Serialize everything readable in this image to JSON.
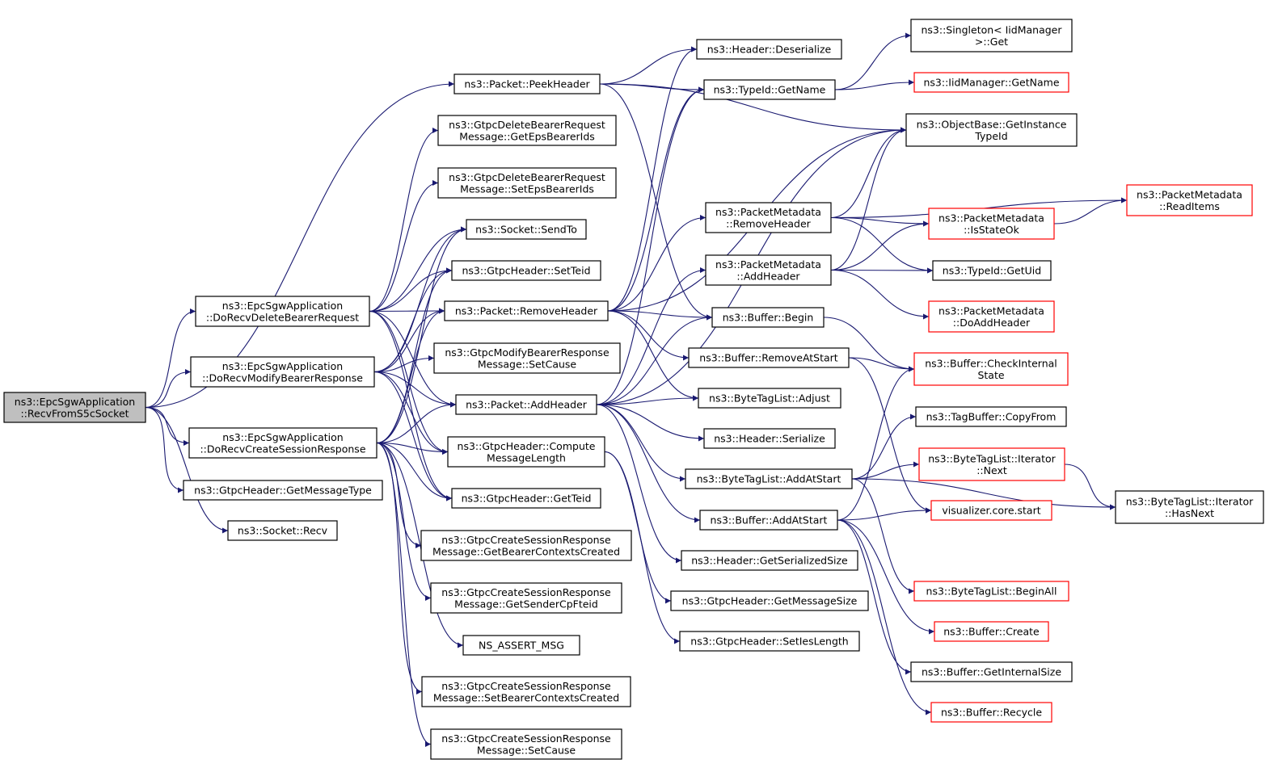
{
  "colors": {
    "edge": "#191970",
    "border": "#000000",
    "missing_border": "#ff0000",
    "root_fill": "#bfbfbf",
    "node_fill": "#ffffff"
  },
  "nodes": [
    {
      "id": "root",
      "lines": [
        "ns3::EpcSgwApplication",
        "::RecvFromS5cSocket"
      ],
      "style": "root"
    },
    {
      "id": "dodelete",
      "lines": [
        "ns3::EpcSgwApplication",
        "::DoRecvDeleteBearerRequest"
      ]
    },
    {
      "id": "domodify",
      "lines": [
        "ns3::EpcSgwApplication",
        "::DoRecvModifyBearerResponse"
      ]
    },
    {
      "id": "docreate",
      "lines": [
        "ns3::EpcSgwApplication",
        "::DoRecvCreateSessionResponse"
      ]
    },
    {
      "id": "getmsgtype",
      "lines": [
        "ns3::GtpcHeader::GetMessageType"
      ]
    },
    {
      "id": "sockrecv",
      "lines": [
        "ns3::Socket::Recv"
      ]
    },
    {
      "id": "peekheader",
      "lines": [
        "ns3::Packet::PeekHeader"
      ]
    },
    {
      "id": "delgetids",
      "lines": [
        "ns3::GtpcDeleteBearerRequest",
        "Message::GetEpsBearerIds"
      ]
    },
    {
      "id": "delsetids",
      "lines": [
        "ns3::GtpcDeleteBearerRequest",
        "Message::SetEpsBearerIds"
      ]
    },
    {
      "id": "sendto",
      "lines": [
        "ns3::Socket::SendTo"
      ]
    },
    {
      "id": "setteid",
      "lines": [
        "ns3::GtpcHeader::SetTeid"
      ]
    },
    {
      "id": "removeheader",
      "lines": [
        "ns3::Packet::RemoveHeader"
      ]
    },
    {
      "id": "modsetcause",
      "lines": [
        "ns3::GtpcModifyBearerResponse",
        "Message::SetCause"
      ]
    },
    {
      "id": "addheader",
      "lines": [
        "ns3::Packet::AddHeader"
      ]
    },
    {
      "id": "computelen",
      "lines": [
        "ns3::GtpcHeader::Compute",
        "MessageLength"
      ]
    },
    {
      "id": "getteid",
      "lines": [
        "ns3::GtpcHeader::GetTeid"
      ]
    },
    {
      "id": "crgetbcc",
      "lines": [
        "ns3::GtpcCreateSessionResponse",
        "Message::GetBearerContextsCreated"
      ]
    },
    {
      "id": "crgetsender",
      "lines": [
        "ns3::GtpcCreateSessionResponse",
        "Message::GetSenderCpFteid"
      ]
    },
    {
      "id": "nsassert",
      "lines": [
        "NS_ASSERT_MSG"
      ]
    },
    {
      "id": "crsetbcc",
      "lines": [
        "ns3::GtpcCreateSessionResponse",
        "Message::SetBearerContextsCreated"
      ]
    },
    {
      "id": "crsetcause",
      "lines": [
        "ns3::GtpcCreateSessionResponse",
        "Message::SetCause"
      ]
    },
    {
      "id": "hdrdeser",
      "lines": [
        "ns3::Header::Deserialize"
      ]
    },
    {
      "id": "typeidgetname",
      "lines": [
        "ns3::TypeId::GetName"
      ]
    },
    {
      "id": "pmremove",
      "lines": [
        "ns3::PacketMetadata",
        "::RemoveHeader"
      ]
    },
    {
      "id": "pmadd",
      "lines": [
        "ns3::PacketMetadata",
        "::AddHeader"
      ]
    },
    {
      "id": "bufbegin",
      "lines": [
        "ns3::Buffer::Begin"
      ]
    },
    {
      "id": "bufremoveatstart",
      "lines": [
        "ns3::Buffer::RemoveAtStart"
      ]
    },
    {
      "id": "btladjust",
      "lines": [
        "ns3::ByteTagList::Adjust"
      ]
    },
    {
      "id": "hdrserialize",
      "lines": [
        "ns3::Header::Serialize"
      ]
    },
    {
      "id": "btladdatstart",
      "lines": [
        "ns3::ByteTagList::AddAtStart"
      ]
    },
    {
      "id": "bufaddatstart",
      "lines": [
        "ns3::Buffer::AddAtStart"
      ]
    },
    {
      "id": "hdrgetsersize",
      "lines": [
        "ns3::Header::GetSerializedSize"
      ]
    },
    {
      "id": "gtpcgetmsgsize",
      "lines": [
        "ns3::GtpcHeader::GetMessageSize"
      ]
    },
    {
      "id": "gtpcsetieslen",
      "lines": [
        "ns3::GtpcHeader::SetIesLength"
      ]
    },
    {
      "id": "singletonget",
      "lines": [
        "ns3::Singleton< IidManager",
        " >::Get"
      ]
    },
    {
      "id": "iidgetname",
      "lines": [
        "ns3::IidManager::GetName"
      ],
      "style": "missing"
    },
    {
      "id": "objbasegetinst",
      "lines": [
        "ns3::ObjectBase::GetInstance",
        "TypeId"
      ]
    },
    {
      "id": "pmreaditems",
      "lines": [
        "ns3::PacketMetadata",
        "::ReadItems"
      ],
      "style": "missing"
    },
    {
      "id": "pmisstateok",
      "lines": [
        "ns3::PacketMetadata",
        "::IsStateOk"
      ],
      "style": "missing"
    },
    {
      "id": "typeidgetuid",
      "lines": [
        "ns3::TypeId::GetUid"
      ]
    },
    {
      "id": "pmdoadd",
      "lines": [
        "ns3::PacketMetadata",
        "::DoAddHeader"
      ],
      "style": "missing"
    },
    {
      "id": "bufcheckinternal",
      "lines": [
        "ns3::Buffer::CheckInternal",
        "State"
      ],
      "style": "missing"
    },
    {
      "id": "tagbufcopy",
      "lines": [
        "ns3::TagBuffer::CopyFrom"
      ]
    },
    {
      "id": "btliternext",
      "lines": [
        "ns3::ByteTagList::Iterator",
        "::Next"
      ],
      "style": "missing"
    },
    {
      "id": "vizstart",
      "lines": [
        "visualizer.core.start"
      ],
      "style": "missing"
    },
    {
      "id": "btlhasnext",
      "lines": [
        "ns3::ByteTagList::Iterator",
        "::HasNext"
      ]
    },
    {
      "id": "btlbeginall",
      "lines": [
        "ns3::ByteTagList::BeginAll"
      ],
      "style": "missing"
    },
    {
      "id": "bufcreate",
      "lines": [
        "ns3::Buffer::Create"
      ],
      "style": "missing"
    },
    {
      "id": "bufgetinternalsize",
      "lines": [
        "ns3::Buffer::GetInternalSize"
      ]
    },
    {
      "id": "bufrecycle",
      "lines": [
        "ns3::Buffer::Recycle"
      ],
      "style": "missing"
    }
  ],
  "edges": [
    [
      "root",
      "peekheader"
    ],
    [
      "root",
      "dodelete"
    ],
    [
      "root",
      "domodify"
    ],
    [
      "root",
      "docreate"
    ],
    [
      "root",
      "getmsgtype"
    ],
    [
      "root",
      "sockrecv"
    ],
    [
      "dodelete",
      "delgetids"
    ],
    [
      "dodelete",
      "delsetids"
    ],
    [
      "dodelete",
      "sendto"
    ],
    [
      "dodelete",
      "setteid"
    ],
    [
      "dodelete",
      "removeheader"
    ],
    [
      "dodelete",
      "addheader"
    ],
    [
      "dodelete",
      "computelen"
    ],
    [
      "dodelete",
      "getteid"
    ],
    [
      "domodify",
      "sendto"
    ],
    [
      "domodify",
      "setteid"
    ],
    [
      "domodify",
      "removeheader"
    ],
    [
      "domodify",
      "modsetcause"
    ],
    [
      "domodify",
      "addheader"
    ],
    [
      "domodify",
      "computelen"
    ],
    [
      "domodify",
      "getteid"
    ],
    [
      "docreate",
      "sendto"
    ],
    [
      "docreate",
      "setteid"
    ],
    [
      "docreate",
      "removeheader"
    ],
    [
      "docreate",
      "addheader"
    ],
    [
      "docreate",
      "computelen"
    ],
    [
      "docreate",
      "getteid"
    ],
    [
      "docreate",
      "crgetbcc"
    ],
    [
      "docreate",
      "crgetsender"
    ],
    [
      "docreate",
      "nsassert"
    ],
    [
      "docreate",
      "crsetbcc"
    ],
    [
      "docreate",
      "crsetcause"
    ],
    [
      "peekheader",
      "hdrdeser"
    ],
    [
      "peekheader",
      "typeidgetname"
    ],
    [
      "peekheader",
      "objbasegetinst"
    ],
    [
      "peekheader",
      "bufbegin"
    ],
    [
      "removeheader",
      "hdrdeser"
    ],
    [
      "removeheader",
      "typeidgetname"
    ],
    [
      "removeheader",
      "objbasegetinst"
    ],
    [
      "removeheader",
      "pmremove"
    ],
    [
      "removeheader",
      "bufbegin"
    ],
    [
      "removeheader",
      "bufremoveatstart"
    ],
    [
      "removeheader",
      "btladjust"
    ],
    [
      "addheader",
      "typeidgetname"
    ],
    [
      "addheader",
      "objbasegetinst"
    ],
    [
      "addheader",
      "pmadd"
    ],
    [
      "addheader",
      "bufbegin"
    ],
    [
      "addheader",
      "btladjust"
    ],
    [
      "addheader",
      "hdrserialize"
    ],
    [
      "addheader",
      "btladdatstart"
    ],
    [
      "addheader",
      "bufaddatstart"
    ],
    [
      "addheader",
      "hdrgetsersize"
    ],
    [
      "computelen",
      "gtpcgetmsgsize"
    ],
    [
      "computelen",
      "gtpcsetieslen"
    ],
    [
      "typeidgetname",
      "singletonget"
    ],
    [
      "typeidgetname",
      "iidgetname"
    ],
    [
      "pmremove",
      "objbasegetinst"
    ],
    [
      "pmremove",
      "pmreaditems"
    ],
    [
      "pmremove",
      "pmisstateok"
    ],
    [
      "pmremove",
      "typeidgetuid"
    ],
    [
      "pmadd",
      "objbasegetinst"
    ],
    [
      "pmadd",
      "pmisstateok"
    ],
    [
      "pmadd",
      "typeidgetuid"
    ],
    [
      "pmadd",
      "pmdoadd"
    ],
    [
      "pmisstateok",
      "pmreaditems"
    ],
    [
      "bufbegin",
      "bufcheckinternal"
    ],
    [
      "bufremoveatstart",
      "bufcheckinternal"
    ],
    [
      "bufremoveatstart",
      "vizstart"
    ],
    [
      "btladdatstart",
      "tagbufcopy"
    ],
    [
      "btladdatstart",
      "btliternext"
    ],
    [
      "btladdatstart",
      "btlhasnext"
    ],
    [
      "btladdatstart",
      "btlbeginall"
    ],
    [
      "btliternext",
      "btlhasnext"
    ],
    [
      "bufaddatstart",
      "bufcheckinternal"
    ],
    [
      "bufaddatstart",
      "vizstart"
    ],
    [
      "bufaddatstart",
      "bufcreate"
    ],
    [
      "bufaddatstart",
      "bufgetinternalsize"
    ],
    [
      "bufaddatstart",
      "bufrecycle"
    ]
  ]
}
